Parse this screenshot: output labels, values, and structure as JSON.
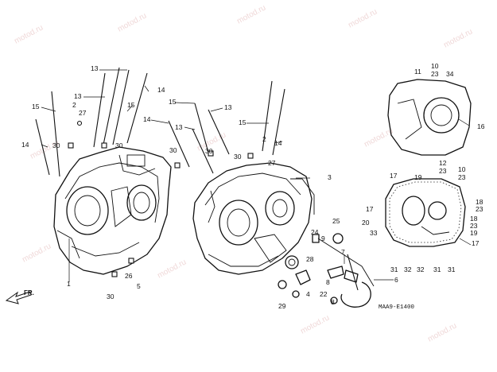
{
  "watermark": "motod.ru",
  "direction_label": "FR.",
  "diagram_ref": "MAA9-E1400",
  "callouts": {
    "c1": "1",
    "c2a": "2",
    "c2b": "2",
    "c3": "3",
    "c4": "4",
    "c5": "5",
    "c6": "6",
    "c7": "7",
    "c8": "8",
    "c9": "9",
    "c10a": "10",
    "c10b": "10",
    "c11": "11",
    "c12": "12",
    "c13a": "13",
    "c13b": "13",
    "c13c": "13",
    "c13d": "13",
    "c14a": "14",
    "c14b": "14",
    "c14c": "14",
    "c14d": "14",
    "c15a": "15",
    "c15b": "15",
    "c15c": "15",
    "c15d": "15",
    "c16": "16",
    "c17a": "17",
    "c17b": "17",
    "c17c": "17",
    "c18": "18",
    "c19a": "19",
    "c19b": "19",
    "c20": "20",
    "c22": "22",
    "c23a": "23",
    "c23b": "23",
    "c23c": "23",
    "c23d": "23",
    "c24": "24",
    "c25": "25",
    "c26": "26",
    "c27a": "27",
    "c27b": "27",
    "c28": "28",
    "c29": "29",
    "c30a": "30",
    "c30b": "30",
    "c30c": "30",
    "c30d": "30",
    "c30e": "30",
    "c30f": "30",
    "c31a": "31",
    "c31b": "31",
    "c31c": "31",
    "c32a": "32",
    "c32b": "32",
    "c33": "33",
    "c34": "34"
  }
}
